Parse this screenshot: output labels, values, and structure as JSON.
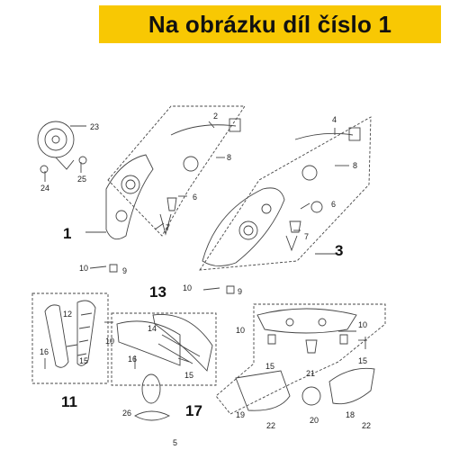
{
  "header": {
    "title": "Na obrázku díl číslo 1"
  },
  "group_labels": [
    "1",
    "3",
    "13",
    "11",
    "17"
  ],
  "callouts": [
    "23",
    "24",
    "25",
    "2",
    "8",
    "6",
    "7",
    "10",
    "9",
    "4",
    "8",
    "6",
    "7",
    "10",
    "9",
    "12",
    "16",
    "15",
    "14",
    "10",
    "16",
    "15",
    "10",
    "15",
    "21",
    "10",
    "15",
    "26",
    "5",
    "19",
    "22",
    "20",
    "18",
    "22"
  ],
  "colors": {
    "banner": "#f8c803",
    "title_text": "#111111",
    "line": "#444444"
  }
}
